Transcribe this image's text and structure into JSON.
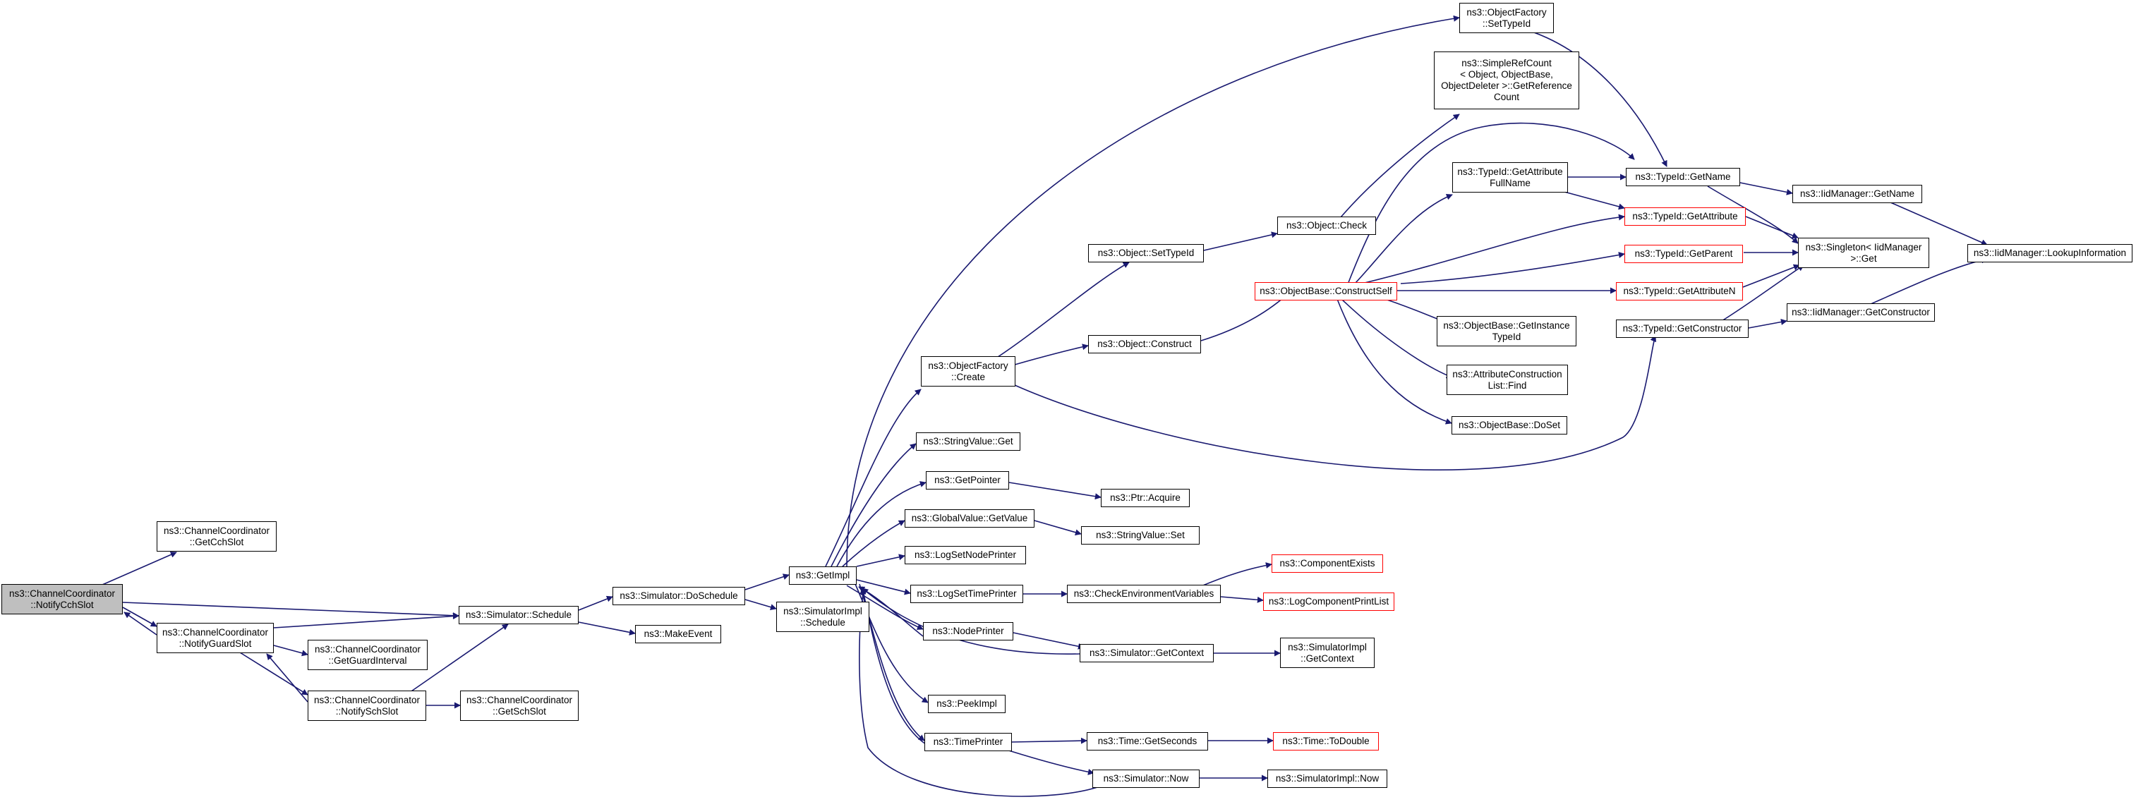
{
  "colors": {
    "edge": "#191970",
    "border": "#000000",
    "red_border": "#ff0000",
    "root_fill": "#bfbfbf"
  },
  "nodes": {
    "notifycch": {
      "label": "ns3::ChannelCoordinator\n::NotifyCchSlot"
    },
    "getcchslot": {
      "label": "ns3::ChannelCoordinator\n::GetCchSlot"
    },
    "notifyguard": {
      "label": "ns3::ChannelCoordinator\n::NotifyGuardSlot"
    },
    "getguardint": {
      "label": "ns3::ChannelCoordinator\n::GetGuardInterval"
    },
    "notifysch": {
      "label": "ns3::ChannelCoordinator\n::NotifySchSlot"
    },
    "getschslot": {
      "label": "ns3::ChannelCoordinator\n::GetSchSlot"
    },
    "simschedule": {
      "label": "ns3::Simulator::Schedule"
    },
    "doschedule": {
      "label": "ns3::Simulator::DoSchedule"
    },
    "makeevent": {
      "label": "ns3::MakeEvent"
    },
    "getimpl": {
      "label": "ns3::GetImpl"
    },
    "simimplschedule": {
      "label": "ns3::SimulatorImpl\n::Schedule"
    },
    "ofcreate": {
      "label": "ns3::ObjectFactory\n::Create"
    },
    "stringvalueget": {
      "label": "ns3::StringValue::Get"
    },
    "getpointer": {
      "label": "ns3::GetPointer"
    },
    "globalvalueget": {
      "label": "ns3::GlobalValue::GetValue"
    },
    "lognodeprinter": {
      "label": "ns3::LogSetNodePrinter"
    },
    "logtimeprinter": {
      "label": "ns3::LogSetTimePrinter"
    },
    "nodeprinter": {
      "label": "ns3::NodePrinter"
    },
    "peekimpl": {
      "label": "ns3::PeekImpl"
    },
    "timeprinter": {
      "label": "ns3::TimePrinter"
    },
    "ofsettypeid": {
      "label": "ns3::ObjectFactory\n::SetTypeId"
    },
    "simplerefcount": {
      "label": "ns3::SimpleRefCount\n< Object, ObjectBase,\nObjectDeleter >::GetReference\nCount"
    },
    "objcheck": {
      "label": "ns3::Object::Check"
    },
    "objsettypeid": {
      "label": "ns3::Object::SetTypeId"
    },
    "objconstruct": {
      "label": "ns3::Object::Construct"
    },
    "constructself": {
      "label": "ns3::ObjectBase::ConstructSelf"
    },
    "getattrfullname": {
      "label": "ns3::TypeId::GetAttribute\nFullName"
    },
    "getinstancetypeid": {
      "label": "ns3::ObjectBase::GetInstance\nTypeId"
    },
    "attrconstfind": {
      "label": "ns3::AttributeConstruction\nList::Find"
    },
    "doset": {
      "label": "ns3::ObjectBase::DoSet"
    },
    "ptracquire": {
      "label": "ns3::Ptr::Acquire"
    },
    "stringvalueset": {
      "label": "ns3::StringValue::Set"
    },
    "checkenv": {
      "label": "ns3::CheckEnvironmentVariables"
    },
    "compexists": {
      "label": "ns3::ComponentExists"
    },
    "logcompprint": {
      "label": "ns3::LogComponentPrintList"
    },
    "simgetcontext": {
      "label": "ns3::Simulator::GetContext"
    },
    "simimplgetcontext": {
      "label": "ns3::SimulatorImpl\n::GetContext"
    },
    "timegetseconds": {
      "label": "ns3::Time::GetSeconds"
    },
    "timetodouble": {
      "label": "ns3::Time::ToDouble"
    },
    "simnow": {
      "label": "ns3::Simulator::Now"
    },
    "simimplnow": {
      "label": "ns3::SimulatorImpl::Now"
    },
    "typeidgetname": {
      "label": "ns3::TypeId::GetName"
    },
    "typeidgetattr": {
      "label": "ns3::TypeId::GetAttribute"
    },
    "typeidgetparent": {
      "label": "ns3::TypeId::GetParent"
    },
    "typeidgetattrn": {
      "label": "ns3::TypeId::GetAttributeN"
    },
    "typeidgetctor": {
      "label": "ns3::TypeId::GetConstructor"
    },
    "iidgetname": {
      "label": "ns3::IidManager::GetName"
    },
    "singletonget": {
      "label": "ns3::Singleton< IidManager\n>::Get"
    },
    "iidgetctor": {
      "label": "ns3::IidManager::GetConstructor"
    },
    "iidlookup": {
      "label": "ns3::IidManager::LookupInformation"
    }
  }
}
